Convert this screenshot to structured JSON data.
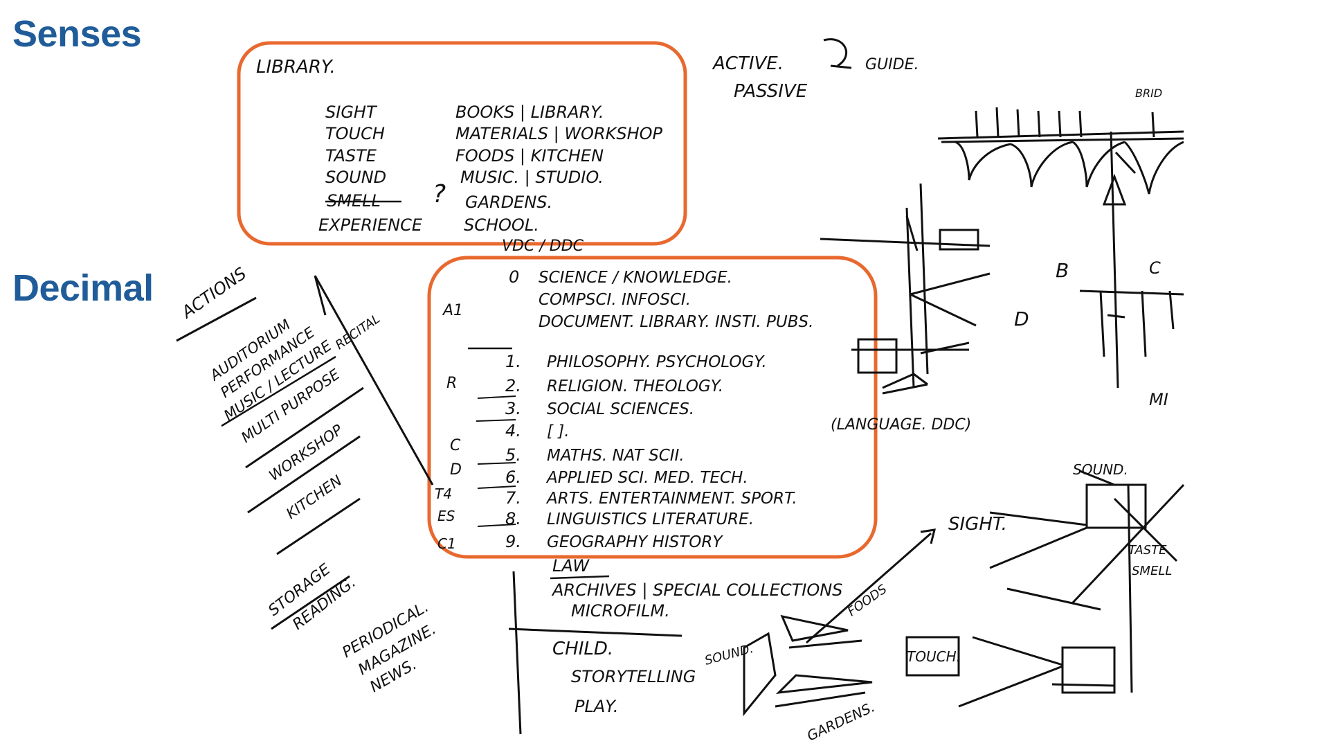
{
  "titles": {
    "senses": "Senses",
    "decimal": "Decimal"
  },
  "colors": {
    "title": "#1f5c99",
    "highlight": "#e8692f",
    "ink": "#111111"
  },
  "senses_box": {
    "title": "LIBRARY.",
    "rows": [
      {
        "sense": "SIGHT",
        "place": "BOOKS | LIBRARY."
      },
      {
        "sense": "TOUCH",
        "place": "MATERIALS | WORKSHOP"
      },
      {
        "sense": "TASTE",
        "place": "FOODS | KITCHEN"
      },
      {
        "sense": "SOUND",
        "place": "MUSIC. | STUDIO."
      },
      {
        "sense": "SMELL",
        "place": "GARDENS."
      },
      {
        "sense": "EXPERIENCE",
        "place": "SCHOOL."
      }
    ],
    "question_mark": "?"
  },
  "decimal_box": {
    "header": "VDC / DDC",
    "rows": [
      {
        "num": "0",
        "text": "SCIENCE / KNOWLEDGE."
      },
      {
        "num": "",
        "text": "COMPSCI. INFOSCI."
      },
      {
        "num": "",
        "text": "DOCUMENT. LIBRARY. INSTI. PUBS."
      },
      {
        "num": "1.",
        "text": "PHILOSOPHY. PSYCHOLOGY."
      },
      {
        "num": "2.",
        "text": "RELIGION. THEOLOGY."
      },
      {
        "num": "3.",
        "text": "SOCIAL SCIENCES."
      },
      {
        "num": "4.",
        "text": "[ ]."
      },
      {
        "num": "5.",
        "text": "MATHS. NAT SCII."
      },
      {
        "num": "6.",
        "text": "APPLIED SCI. MED. TECH."
      },
      {
        "num": "7.",
        "text": "ARTS. ENTERTAINMENT. SPORT."
      },
      {
        "num": "8.",
        "text": "LINGUISTICS LITERATURE."
      },
      {
        "num": "9.",
        "text": "GEOGRAPHY HISTORY"
      }
    ],
    "margin_marks": [
      "A1",
      "R",
      "C",
      "D",
      "T4",
      "ES",
      "C1"
    ]
  },
  "left_notes": {
    "actions": "ACTIONS",
    "items": [
      "AUDITORIUM",
      "PERFORMANCE",
      "MUSIC / LECTURE",
      "RECITAL",
      "MULTI PURPOSE",
      "WORKSHOP",
      "KITCHEN"
    ],
    "storage": "STORAGE",
    "reading": "READING.",
    "periodicals": [
      "PERIODICAL.",
      "MAGAZINE.",
      "NEWS."
    ]
  },
  "bottom_notes": {
    "law": "LAW",
    "archives": "ARCHIVES | SPECIAL COLLECTIONS",
    "microfilm": "MICROFILM.",
    "child": "CHILD.",
    "storytelling": "STORYTELLING",
    "play": "PLAY."
  },
  "right_sketch": {
    "active": "ACTIVE.",
    "passive": "PASSIVE",
    "guide": "GUIDE.",
    "brid": "BRID",
    "b": "B",
    "c": "C",
    "d": "D",
    "language": "(LANGUAGE. DDC)",
    "mi": "MI",
    "sight": "SIGHT.",
    "sound": "SOUND.",
    "taste": "TASTE",
    "smell": "SMELL",
    "foods": "FOODS",
    "touch": "TOUCH.",
    "gardens": "GARDENS.",
    "sound_small": "SOUND."
  }
}
